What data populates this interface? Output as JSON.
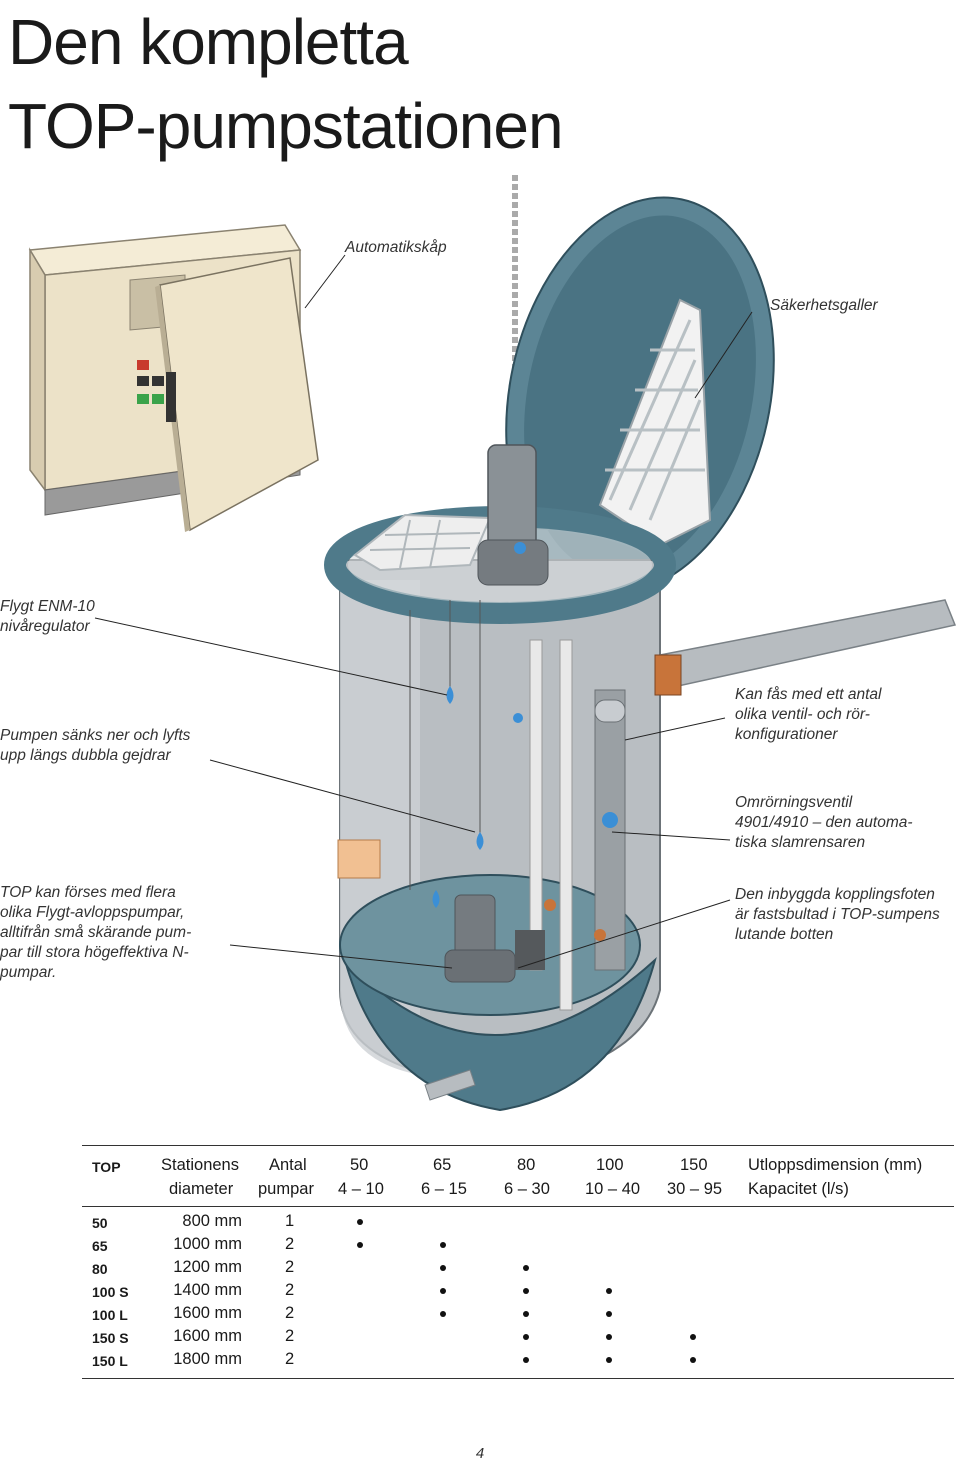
{
  "title": {
    "line1": "Den kompletta",
    "line2": "TOP-pumpstationen"
  },
  "captions": {
    "automatikskap": "Automatikskåp",
    "sakerhetsgaller": "Säkerhetsgaller",
    "enm10": [
      "Flygt ENM-10",
      "nivåregulator"
    ],
    "pumpen": [
      "Pumpen sänks ner och lyfts",
      "upp längs dubbla gejdrar"
    ],
    "top_pumpar": [
      "TOP kan förses med flera",
      "olika Flygt-avloppspumpar,",
      "alltifrån små skärande pum-",
      "par till stora högeffektiva N-",
      "pumpar."
    ],
    "ventil": [
      "Kan fås med ett antal",
      "olika ventil- och rör-",
      "konfigurationer"
    ],
    "omrorning": [
      "Omrörningsventil",
      "4901/4910 – den automa-",
      "tiska slamrensaren"
    ],
    "kopplingsfot": [
      "Den inbyggda kopplingsfoten",
      "är fastsbultad i TOP-sumpens",
      "lutande botten"
    ]
  },
  "table": {
    "header": {
      "top": "TOP",
      "stationens": "Stationens",
      "diameter": "diameter",
      "antal": "Antal",
      "pumpar": "pumpar",
      "dims": [
        "50",
        "65",
        "80",
        "100",
        "150"
      ],
      "caps": [
        "4 – 10",
        "6 – 15",
        "6 – 30",
        "10 – 40",
        "30 – 95"
      ],
      "utlopp": "Utloppsdimension (mm)",
      "kapacitet": "Kapacitet (l/s)"
    },
    "rows": [
      {
        "model": "50",
        "diameter": "800 mm",
        "pumps": "1",
        "marks": [
          true,
          false,
          false,
          false,
          false
        ]
      },
      {
        "model": "65",
        "diameter": "1000 mm",
        "pumps": "2",
        "marks": [
          true,
          true,
          false,
          false,
          false
        ]
      },
      {
        "model": "80",
        "diameter": "1200 mm",
        "pumps": "2",
        "marks": [
          false,
          true,
          true,
          false,
          false
        ]
      },
      {
        "model": "100 S",
        "diameter": "1400 mm",
        "pumps": "2",
        "marks": [
          false,
          true,
          true,
          true,
          false
        ]
      },
      {
        "model": "100 L",
        "diameter": "1600 mm",
        "pumps": "2",
        "marks": [
          false,
          true,
          true,
          true,
          false
        ]
      },
      {
        "model": "150 S",
        "diameter": "1600 mm",
        "pumps": "2",
        "marks": [
          false,
          false,
          true,
          true,
          true
        ]
      },
      {
        "model": "150 L",
        "diameter": "1800 mm",
        "pumps": "2",
        "marks": [
          false,
          false,
          true,
          true,
          true
        ]
      }
    ]
  },
  "page_number": "4",
  "colors": {
    "sump": "#4f7a8a",
    "sump_dark": "#35596a",
    "wall": "#b9bec2",
    "cabinet": "#ece2c8",
    "water": "#3b8fd6"
  }
}
